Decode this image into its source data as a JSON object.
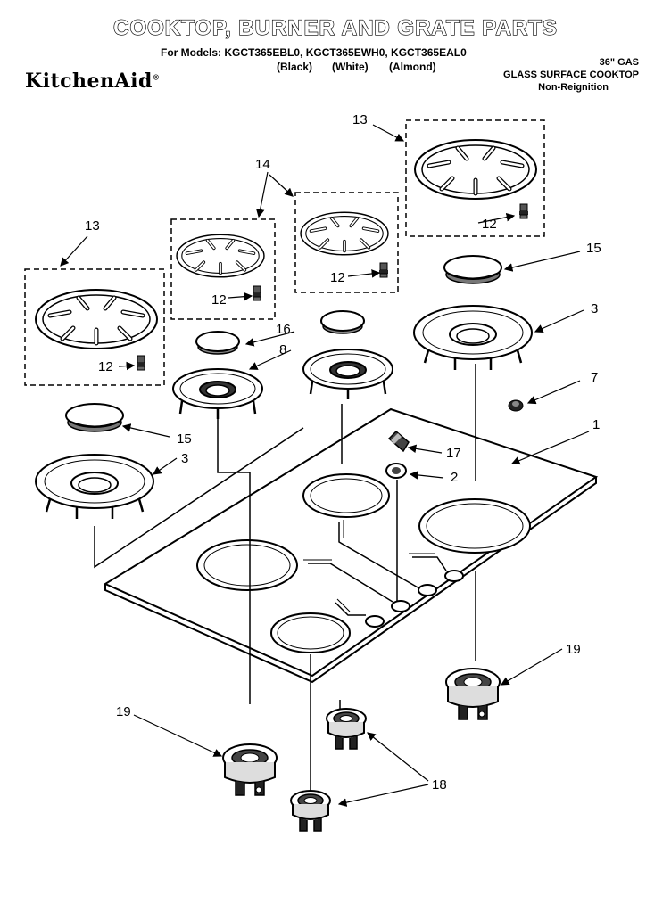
{
  "header": {
    "title": "COOKTOP, BURNER AND GRATE PARTS",
    "models_line": "For Models: KGCT365EBL0, KGCT365EWH0, KGCT365EAL0",
    "variant_black": "(Black)",
    "variant_white": "(White)",
    "variant_almond": "(Almond)",
    "brand": "KitchenAid",
    "brand_mark": "®",
    "desc_line1": "36\" GAS",
    "desc_line2": "GLASS SURFACE COOKTOP",
    "desc_line3": "Non-Reignition"
  },
  "callouts": {
    "grate_large_right": "13",
    "grate_large_left": "13",
    "grates_small": "14",
    "screw_a": "12",
    "screw_b": "12",
    "screw_c": "12",
    "screw_d": "12",
    "cap_large_right": "15",
    "cap_large_left": "15",
    "head_large_right": "3",
    "head_large_left": "3",
    "nut": "7",
    "cooktop": "1",
    "knob": "17",
    "bezel": "2",
    "cap_small": "16",
    "head_small": "8",
    "base_right": "19",
    "base_left": "19",
    "base_small": "18"
  }
}
